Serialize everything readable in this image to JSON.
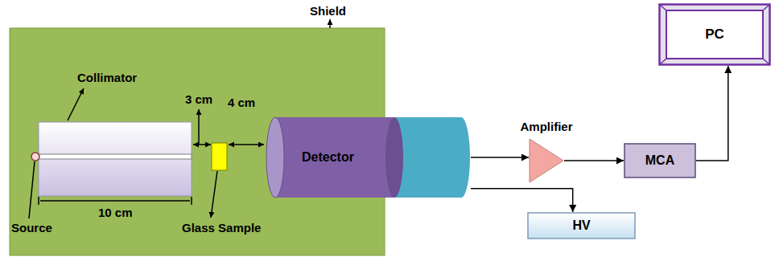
{
  "diagram": {
    "nodes": [
      {
        "text": [
          "Detector"
        ]
      },
      {
        "text": [
          "Amplifier"
        ]
      },
      {
        "text": [
          "MCA"
        ]
      },
      {
        "text": [
          "PC"
        ]
      },
      {
        "text": [
          "HV"
        ]
      }
    ],
    "edges": [
      {
        "from": 0,
        "to": 1,
        "arrow": "to"
      },
      {
        "from": 1,
        "to": 2,
        "arrow": "to"
      },
      {
        "from": 2,
        "to": 3,
        "arrow": "to"
      },
      {
        "from": 0,
        "to": 4,
        "arrow": "to"
      }
    ],
    "labels": [
      "Shield",
      "Collimator",
      "3 cm",
      "4 cm",
      "Source",
      "10 cm",
      "Glass Sample"
    ]
  }
}
